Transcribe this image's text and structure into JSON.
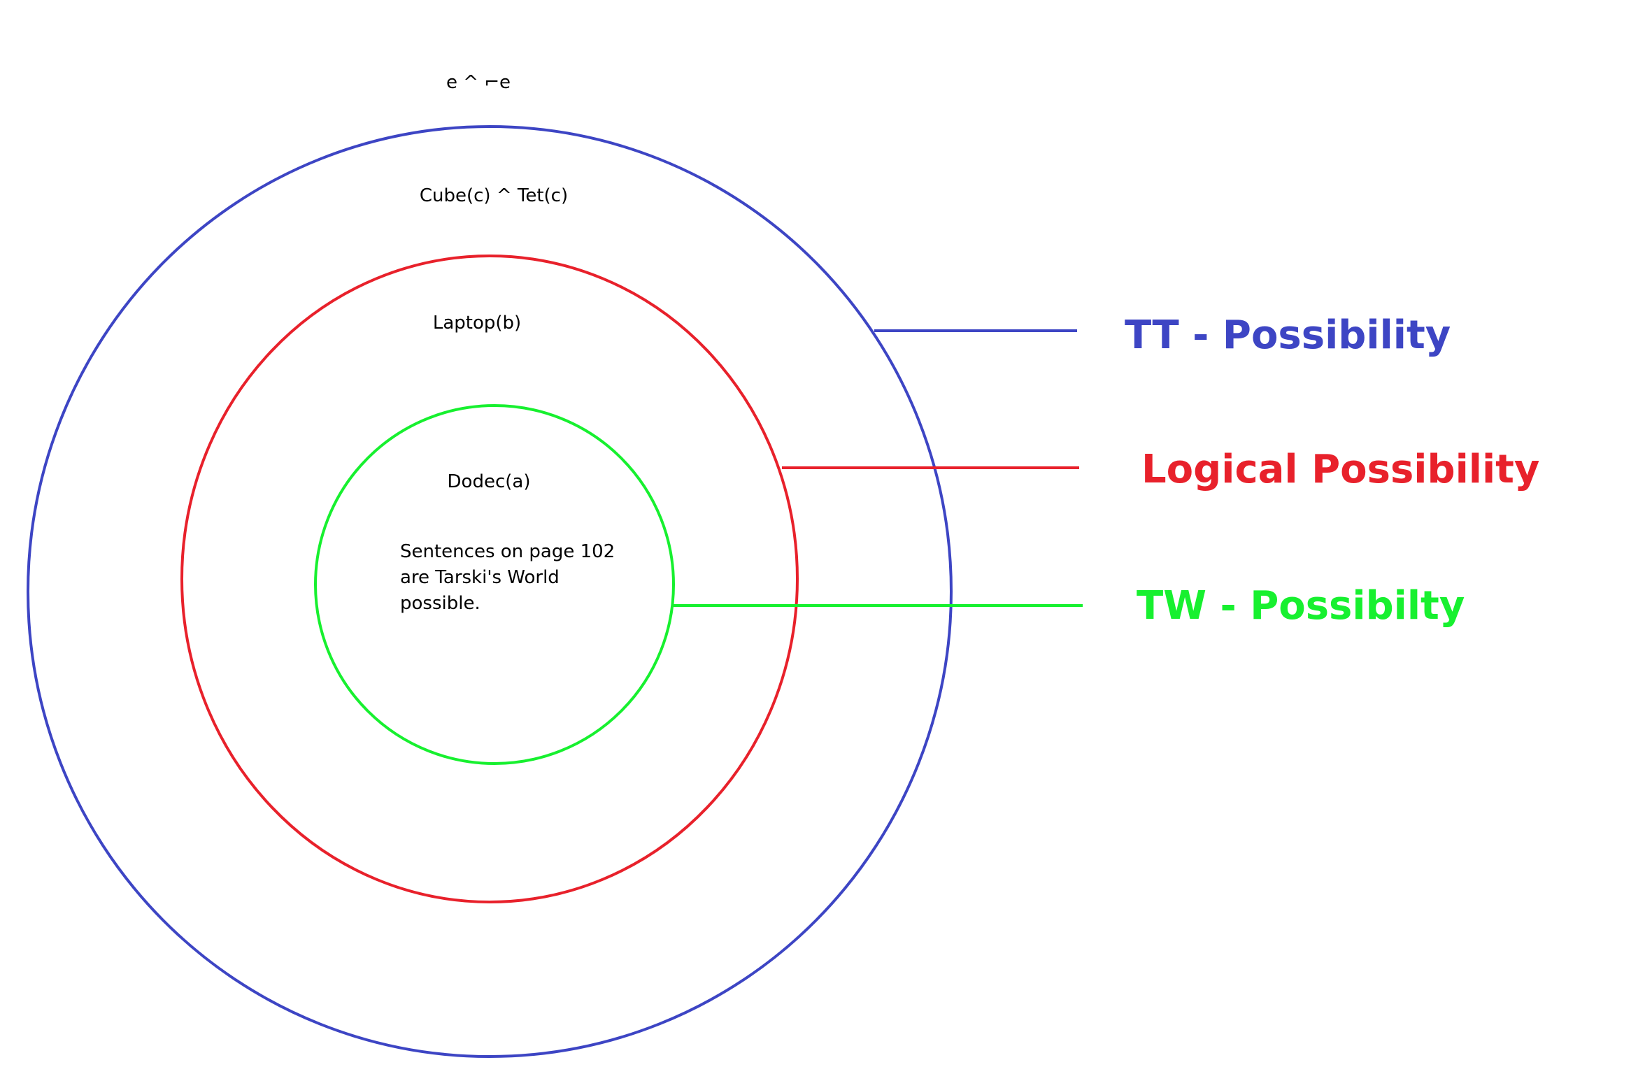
{
  "outer_label": "e ^ ⌐e",
  "regions": {
    "tt": {
      "label": "Cube(c) ^ Tet(c)",
      "color": "#3d45c4"
    },
    "logical": {
      "label": "Laptop(b)",
      "color": "#e8212b"
    },
    "tw": {
      "label": "Dodec(a)",
      "color": "#17f02f",
      "note_lines": [
        "Sentences on page 102",
        "are Tarski's World",
        "possible."
      ]
    }
  },
  "legend": {
    "tt": {
      "text": "TT - Possibility",
      "color": "#3d45c4"
    },
    "logical": {
      "text": "Logical Possibility",
      "color": "#e8212b"
    },
    "tw": {
      "text": "TW - Possibilty",
      "color": "#17f02f"
    }
  }
}
